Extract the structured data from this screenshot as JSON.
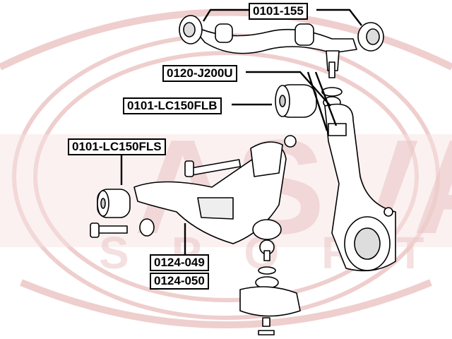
{
  "watermark": {
    "text": "ASVA",
    "sub": "SPORT",
    "color": "#e9b8b8"
  },
  "part_numbers": {
    "upper_arm": "0101-155",
    "ball_joint_upper": "0120-J200U",
    "upper_bushing": "0101-LC150FLB",
    "lower_bushing": "0101-LC150FLS",
    "lower_ball_joint_1": "0124-049",
    "lower_ball_joint_2": "0124-050"
  },
  "colors": {
    "line": "#000000",
    "label_border": "#000000"
  }
}
